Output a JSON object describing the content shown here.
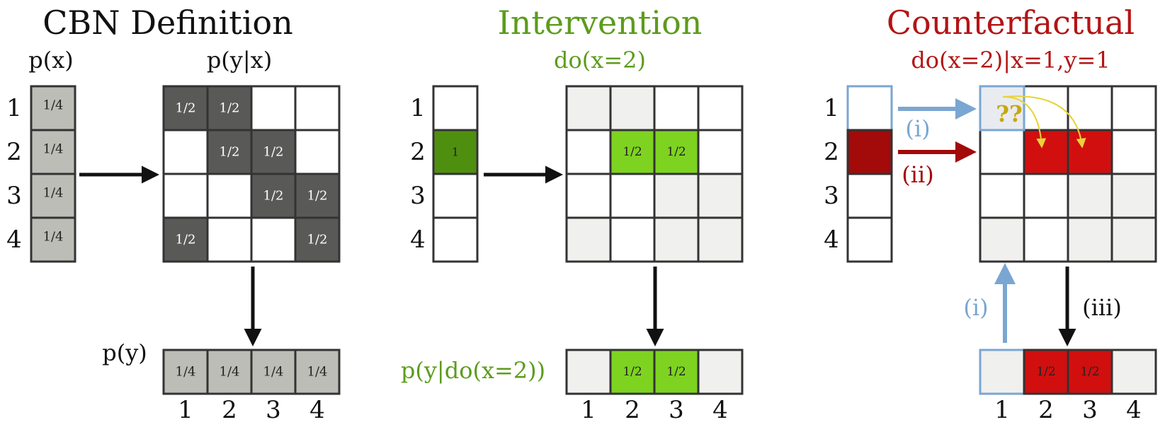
{
  "colors": {
    "dark": "#595957",
    "light_gray": "#bdbdb7",
    "pale": "#f0f0ee",
    "green_dark": "#4f8f10",
    "green": "#7ed321",
    "green_text": "#5c9c1c",
    "red_dark": "#a30a0a",
    "red": "#d10f0f",
    "red_text": "#b41414",
    "blue": "#7aa6d2",
    "yellow": "#e8d23a",
    "gold_text": "#c9a60f",
    "black": "#111111"
  },
  "left": {
    "title": "CBN Definition",
    "px_label": "p(x)",
    "pyx_label": "p(y|x)",
    "py_label": "p(y)",
    "row_labels": [
      "1",
      "2",
      "3",
      "4"
    ],
    "col_labels": [
      "1",
      "2",
      "3",
      "4"
    ],
    "px_values": [
      "1/4",
      "1/4",
      "1/4",
      "1/4"
    ],
    "matrix": [
      [
        "1/2",
        "1/2",
        "",
        ""
      ],
      [
        "",
        "1/2",
        "1/2",
        ""
      ],
      [
        "",
        "",
        "1/2",
        "1/2"
      ],
      [
        "1/2",
        "",
        "",
        "1/2"
      ]
    ],
    "py_values": [
      "1/4",
      "1/4",
      "1/4",
      "1/4"
    ]
  },
  "middle": {
    "title": "Intervention",
    "subtitle": "do(x=2)",
    "output_label": "p(y|do(x=2))",
    "row_labels": [
      "1",
      "2",
      "3",
      "4"
    ],
    "col_labels": [
      "1",
      "2",
      "3",
      "4"
    ],
    "x_values": [
      "",
      "1",
      "",
      ""
    ],
    "matrix_row2": [
      "",
      "1/2",
      "1/2",
      ""
    ],
    "output_values": [
      "",
      "1/2",
      "1/2",
      ""
    ]
  },
  "right": {
    "title": "Counterfactual",
    "subtitle": "do(x=2)|x=1,y=1",
    "row_labels": [
      "1",
      "2",
      "3",
      "4"
    ],
    "col_labels": [
      "1",
      "2",
      "3",
      "4"
    ],
    "label_i_top": "(i)",
    "label_ii": "(ii)",
    "label_i_bottom": "(i)",
    "label_iii": "(iii)",
    "unknown": "??",
    "output_values": [
      "",
      "1/2",
      "1/2",
      ""
    ]
  }
}
